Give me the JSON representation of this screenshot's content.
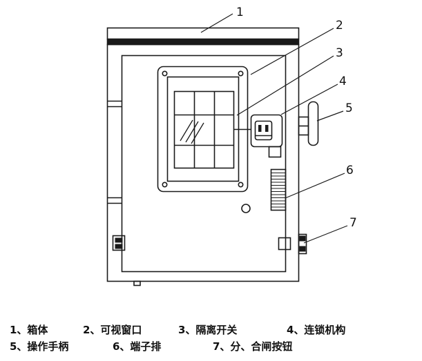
{
  "callouts": [
    "1",
    "2",
    "3",
    "4",
    "5",
    "6",
    "7"
  ],
  "legend": {
    "row1": [
      "1、箱体",
      "2、可视窗口",
      "3、隔离开关",
      "4、连锁机构"
    ],
    "row2": [
      "5、操作手柄",
      "6、端子排",
      "7、分、合闸按钮"
    ]
  },
  "colors": {
    "line": "#1a1a1a",
    "background": "#ffffff"
  }
}
